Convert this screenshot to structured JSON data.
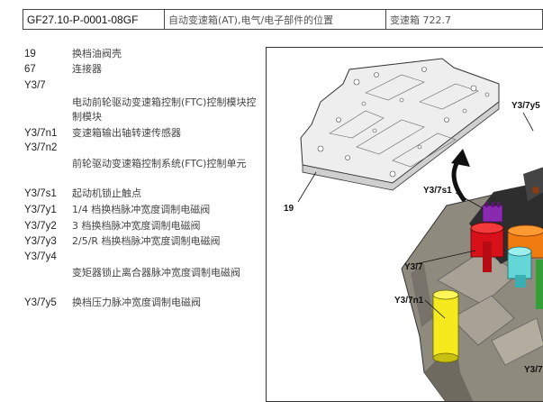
{
  "header": {
    "doc_id": "GF27.10-P-0001-08GF",
    "title": "自动变速箱(AT),电气/电子部件的位置",
    "transmission": "变速箱 722.7"
  },
  "legend": [
    {
      "code": "19",
      "desc": "换档油阀壳"
    },
    {
      "code": "67",
      "desc": "连接器"
    },
    {
      "code": "Y3/7",
      "desc": "电动前轮驱动变速箱控制(FTC)控制模块控制模块"
    },
    {
      "code": "Y3/7n1",
      "desc": "变速箱输出轴转速传感器"
    },
    {
      "code": "Y3/7n2",
      "desc": "前轮驱动变速箱控制系统(FTC)控制单元"
    },
    {
      "code": "Y3/7s1",
      "desc": "起动机锁止触点"
    },
    {
      "code": "Y3/7y1",
      "desc": "1/4 档换档脉冲宽度调制电磁阀"
    },
    {
      "code": "Y3/7y2",
      "desc": "3 档换档脉冲宽度调制电磁阀"
    },
    {
      "code": "Y3/7y3",
      "desc": "2/5/R 档换档脉冲宽度调制电磁阀"
    },
    {
      "code": "Y3/7y4",
      "desc": "变矩器锁止离合器脉冲宽度调制电磁阀"
    },
    {
      "code": "Y3/7y5",
      "desc": "换档压力脉冲宽度调制电磁阀"
    }
  ],
  "figure": {
    "labels": {
      "l19": "19",
      "s1": "Y3/7s1",
      "y3_7": "Y3/7",
      "n1": "Y3/7n1",
      "y5_cut": "Y3/7y5",
      "bottom_cut": "Y3/7"
    }
  }
}
